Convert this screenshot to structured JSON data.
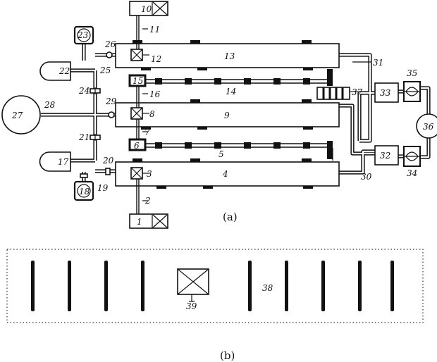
{
  "figure": {
    "caption_a": "(a)",
    "caption_b": "(b)"
  },
  "labels": {
    "n1": "1",
    "n2": "2",
    "n3": "3",
    "n4": "4",
    "n5": "5",
    "n6": "6",
    "n7": "7",
    "n8": "8",
    "n9": "9",
    "n10": "10",
    "n11": "11",
    "n12": "12",
    "n13": "13",
    "n14": "14",
    "n15": "15",
    "n16": "16",
    "n17": "17",
    "n18": "18",
    "n19": "19",
    "n20": "20",
    "n21": "21",
    "n22": "22",
    "n23": "23",
    "n24": "24",
    "n25": "25",
    "n26": "26",
    "n27": "27",
    "n28": "28",
    "n29": "29",
    "n30": "30",
    "n31": "31",
    "n32": "32",
    "n33": "33",
    "n34": "34",
    "n35": "35",
    "n36": "36",
    "n37": "37",
    "n38": "38",
    "n39": "39"
  }
}
